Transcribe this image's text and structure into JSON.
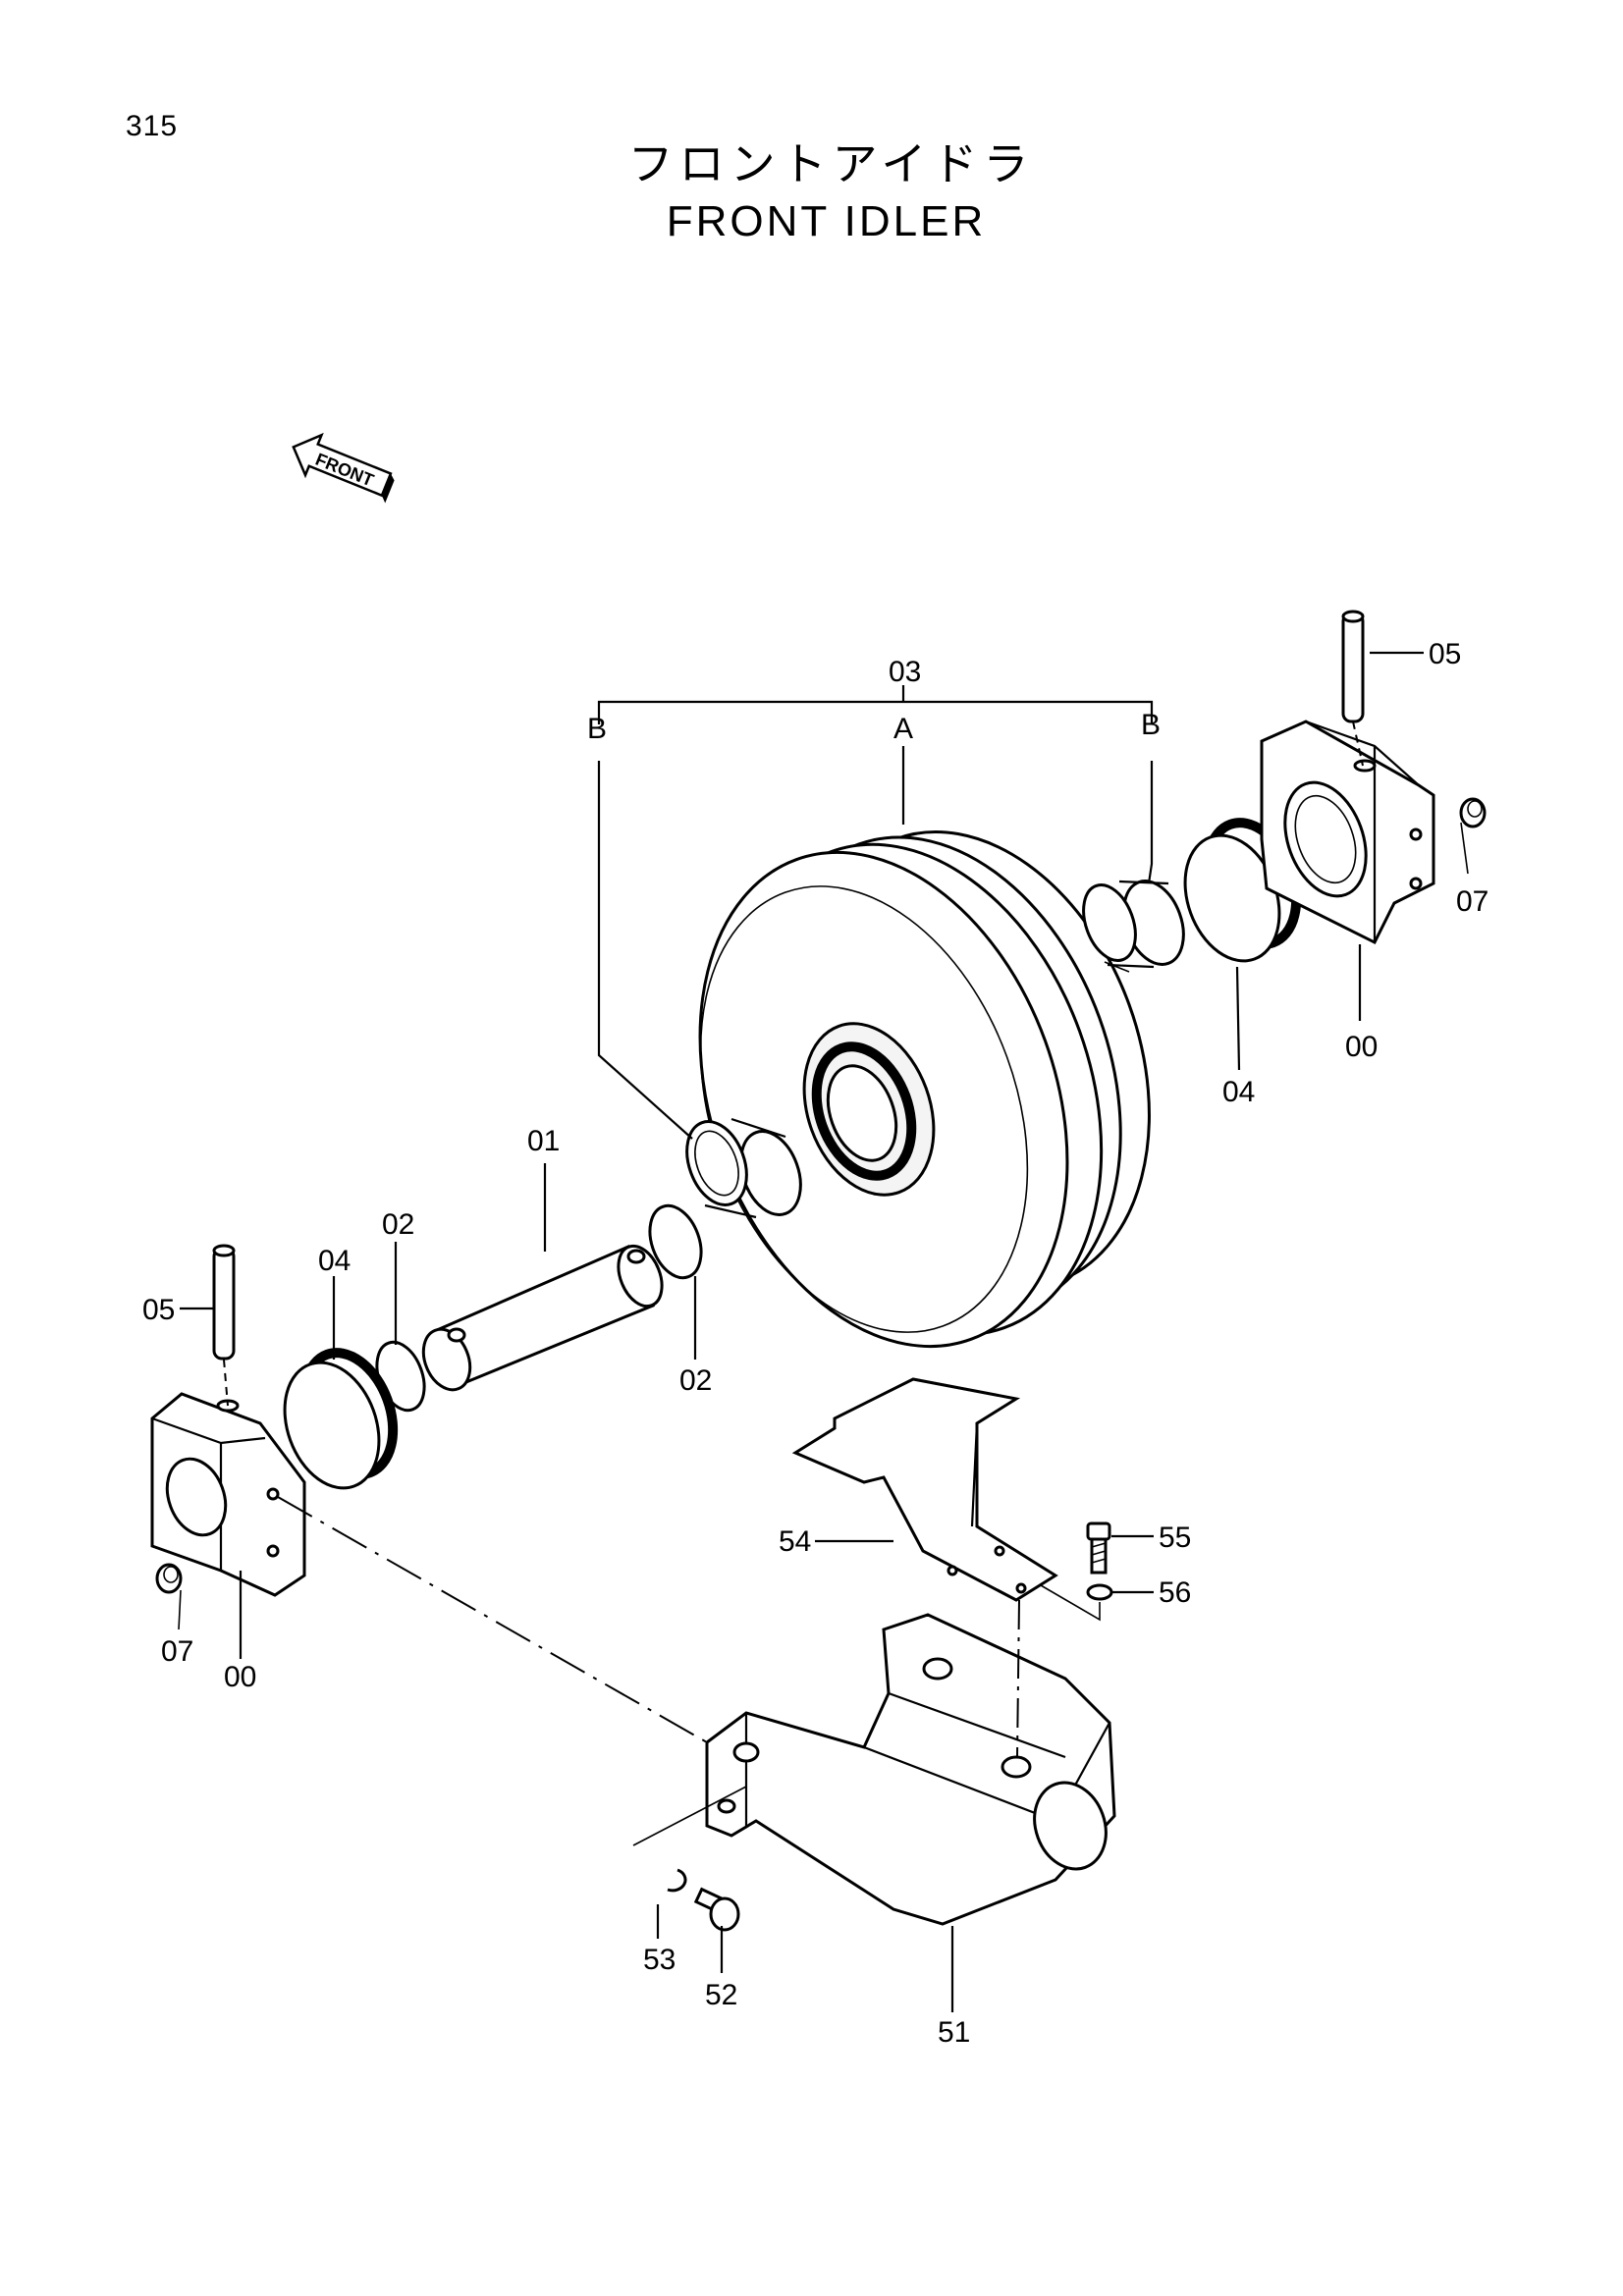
{
  "header": {
    "page_number": "315",
    "title_jp": "フロントアイドラ",
    "title_en": "FRONT IDLER"
  },
  "front_indicator": {
    "label": "FRONT"
  },
  "callouts": {
    "c03": "03",
    "cA": "A",
    "cB_left": "B",
    "cB_right": "B",
    "c05_right": "05",
    "c07_right": "07",
    "c00_right": "00",
    "c04_right": "04",
    "c01": "01",
    "c02_top": "02",
    "c04_left": "04",
    "c05_left": "05",
    "c02_bottom": "02",
    "c07_left": "07",
    "c00_left": "00",
    "c54": "54",
    "c55": "55",
    "c56": "56",
    "c53": "53",
    "c52": "52",
    "c51": "51"
  },
  "icons": [
    "front-arrow-icon"
  ]
}
